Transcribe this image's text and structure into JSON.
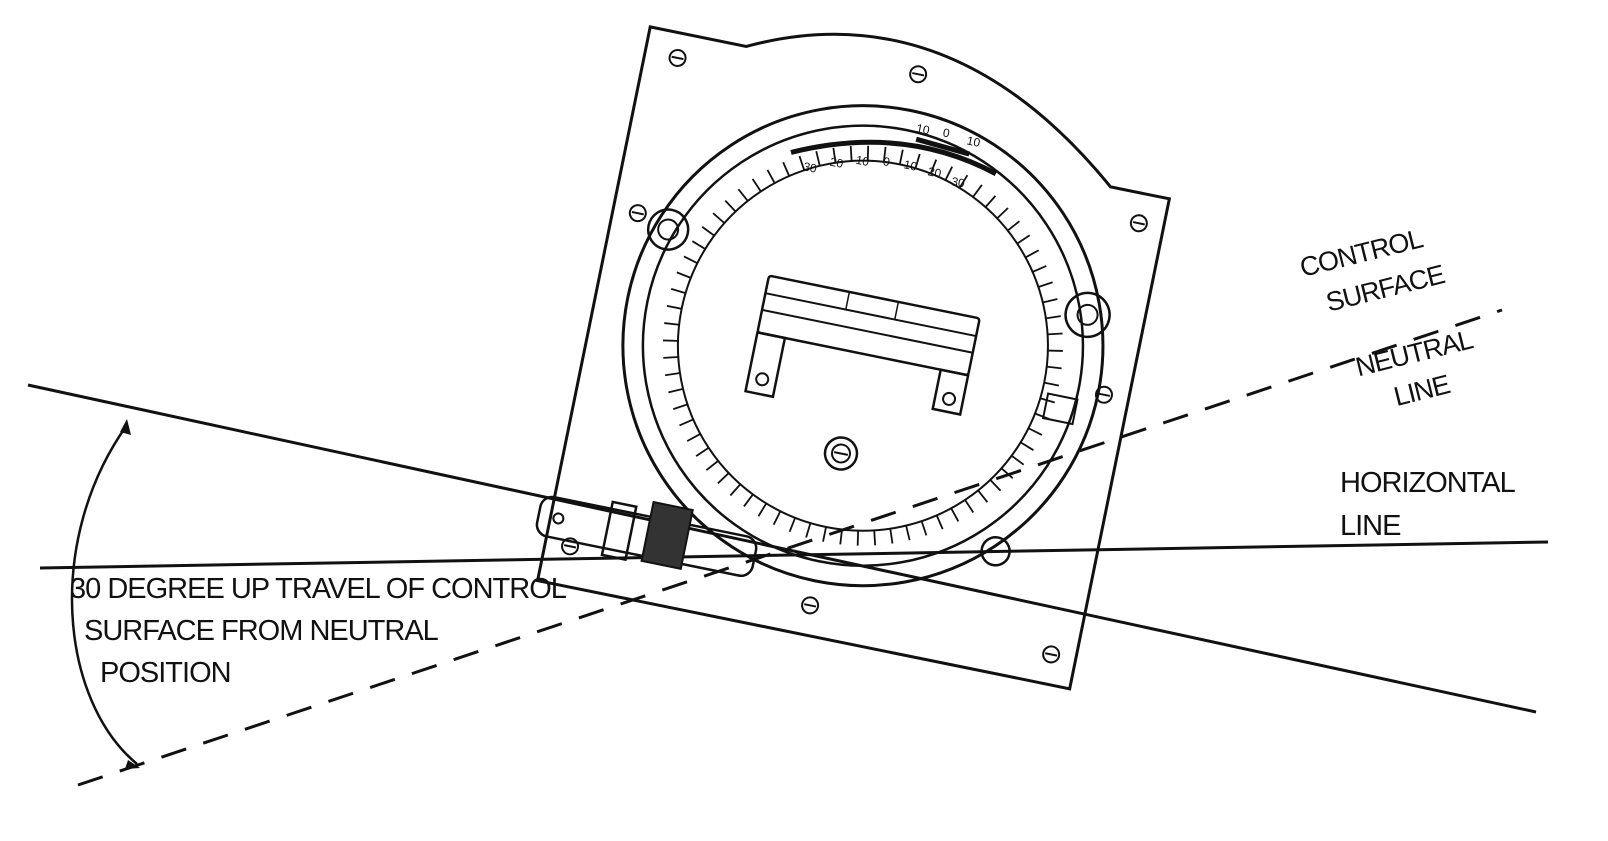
{
  "labels": {
    "control_surface_neutral_line": [
      "CONTROL",
      "SURFACE",
      "NEUTRAL",
      "LINE"
    ],
    "horizontal_line": [
      "HORIZONTAL",
      "LINE"
    ],
    "travel_note": [
      "30 DEGREE UP TRAVEL OF CONTROL",
      "SURFACE FROM NEUTRAL",
      "POSITION"
    ]
  },
  "protractor": {
    "outer_scale": [
      "10",
      "0",
      "10"
    ],
    "inner_scale": [
      "30",
      "20",
      "10",
      "0",
      "10",
      "20",
      "30"
    ]
  }
}
